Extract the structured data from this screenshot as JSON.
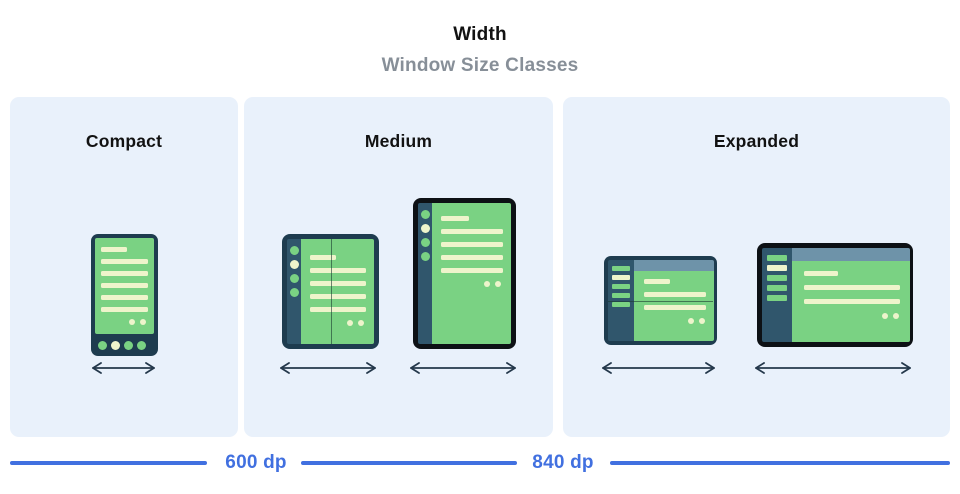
{
  "header": {
    "title": "Width",
    "subtitle": "Window Size Classes"
  },
  "panels": [
    {
      "label": "Compact",
      "devices": [
        {
          "name": "phone-portrait"
        }
      ]
    },
    {
      "label": "Medium",
      "devices": [
        {
          "name": "foldable-open-portrait"
        },
        {
          "name": "tablet-portrait"
        }
      ]
    },
    {
      "label": "Expanded",
      "devices": [
        {
          "name": "foldable-open-landscape"
        },
        {
          "name": "laptop-landscape"
        }
      ]
    }
  ],
  "ruler": {
    "breakpoints": [
      {
        "label": "600 dp"
      },
      {
        "label": "840 dp"
      }
    ]
  },
  "colors": {
    "page_bg": "#ffffff",
    "panel_bg": "#e9f1fb",
    "title": "#121212",
    "subtitle": "#878f98",
    "accent_blue": "#4170e0",
    "frame_navy": "#1e3c4f",
    "frame_black": "#0d1115",
    "rail_slate": "#30566c",
    "topbar_slate": "#6e93a9",
    "screen_green": "#7ad283",
    "content_cream": "#eef4cb",
    "arrow": "#24384b"
  }
}
